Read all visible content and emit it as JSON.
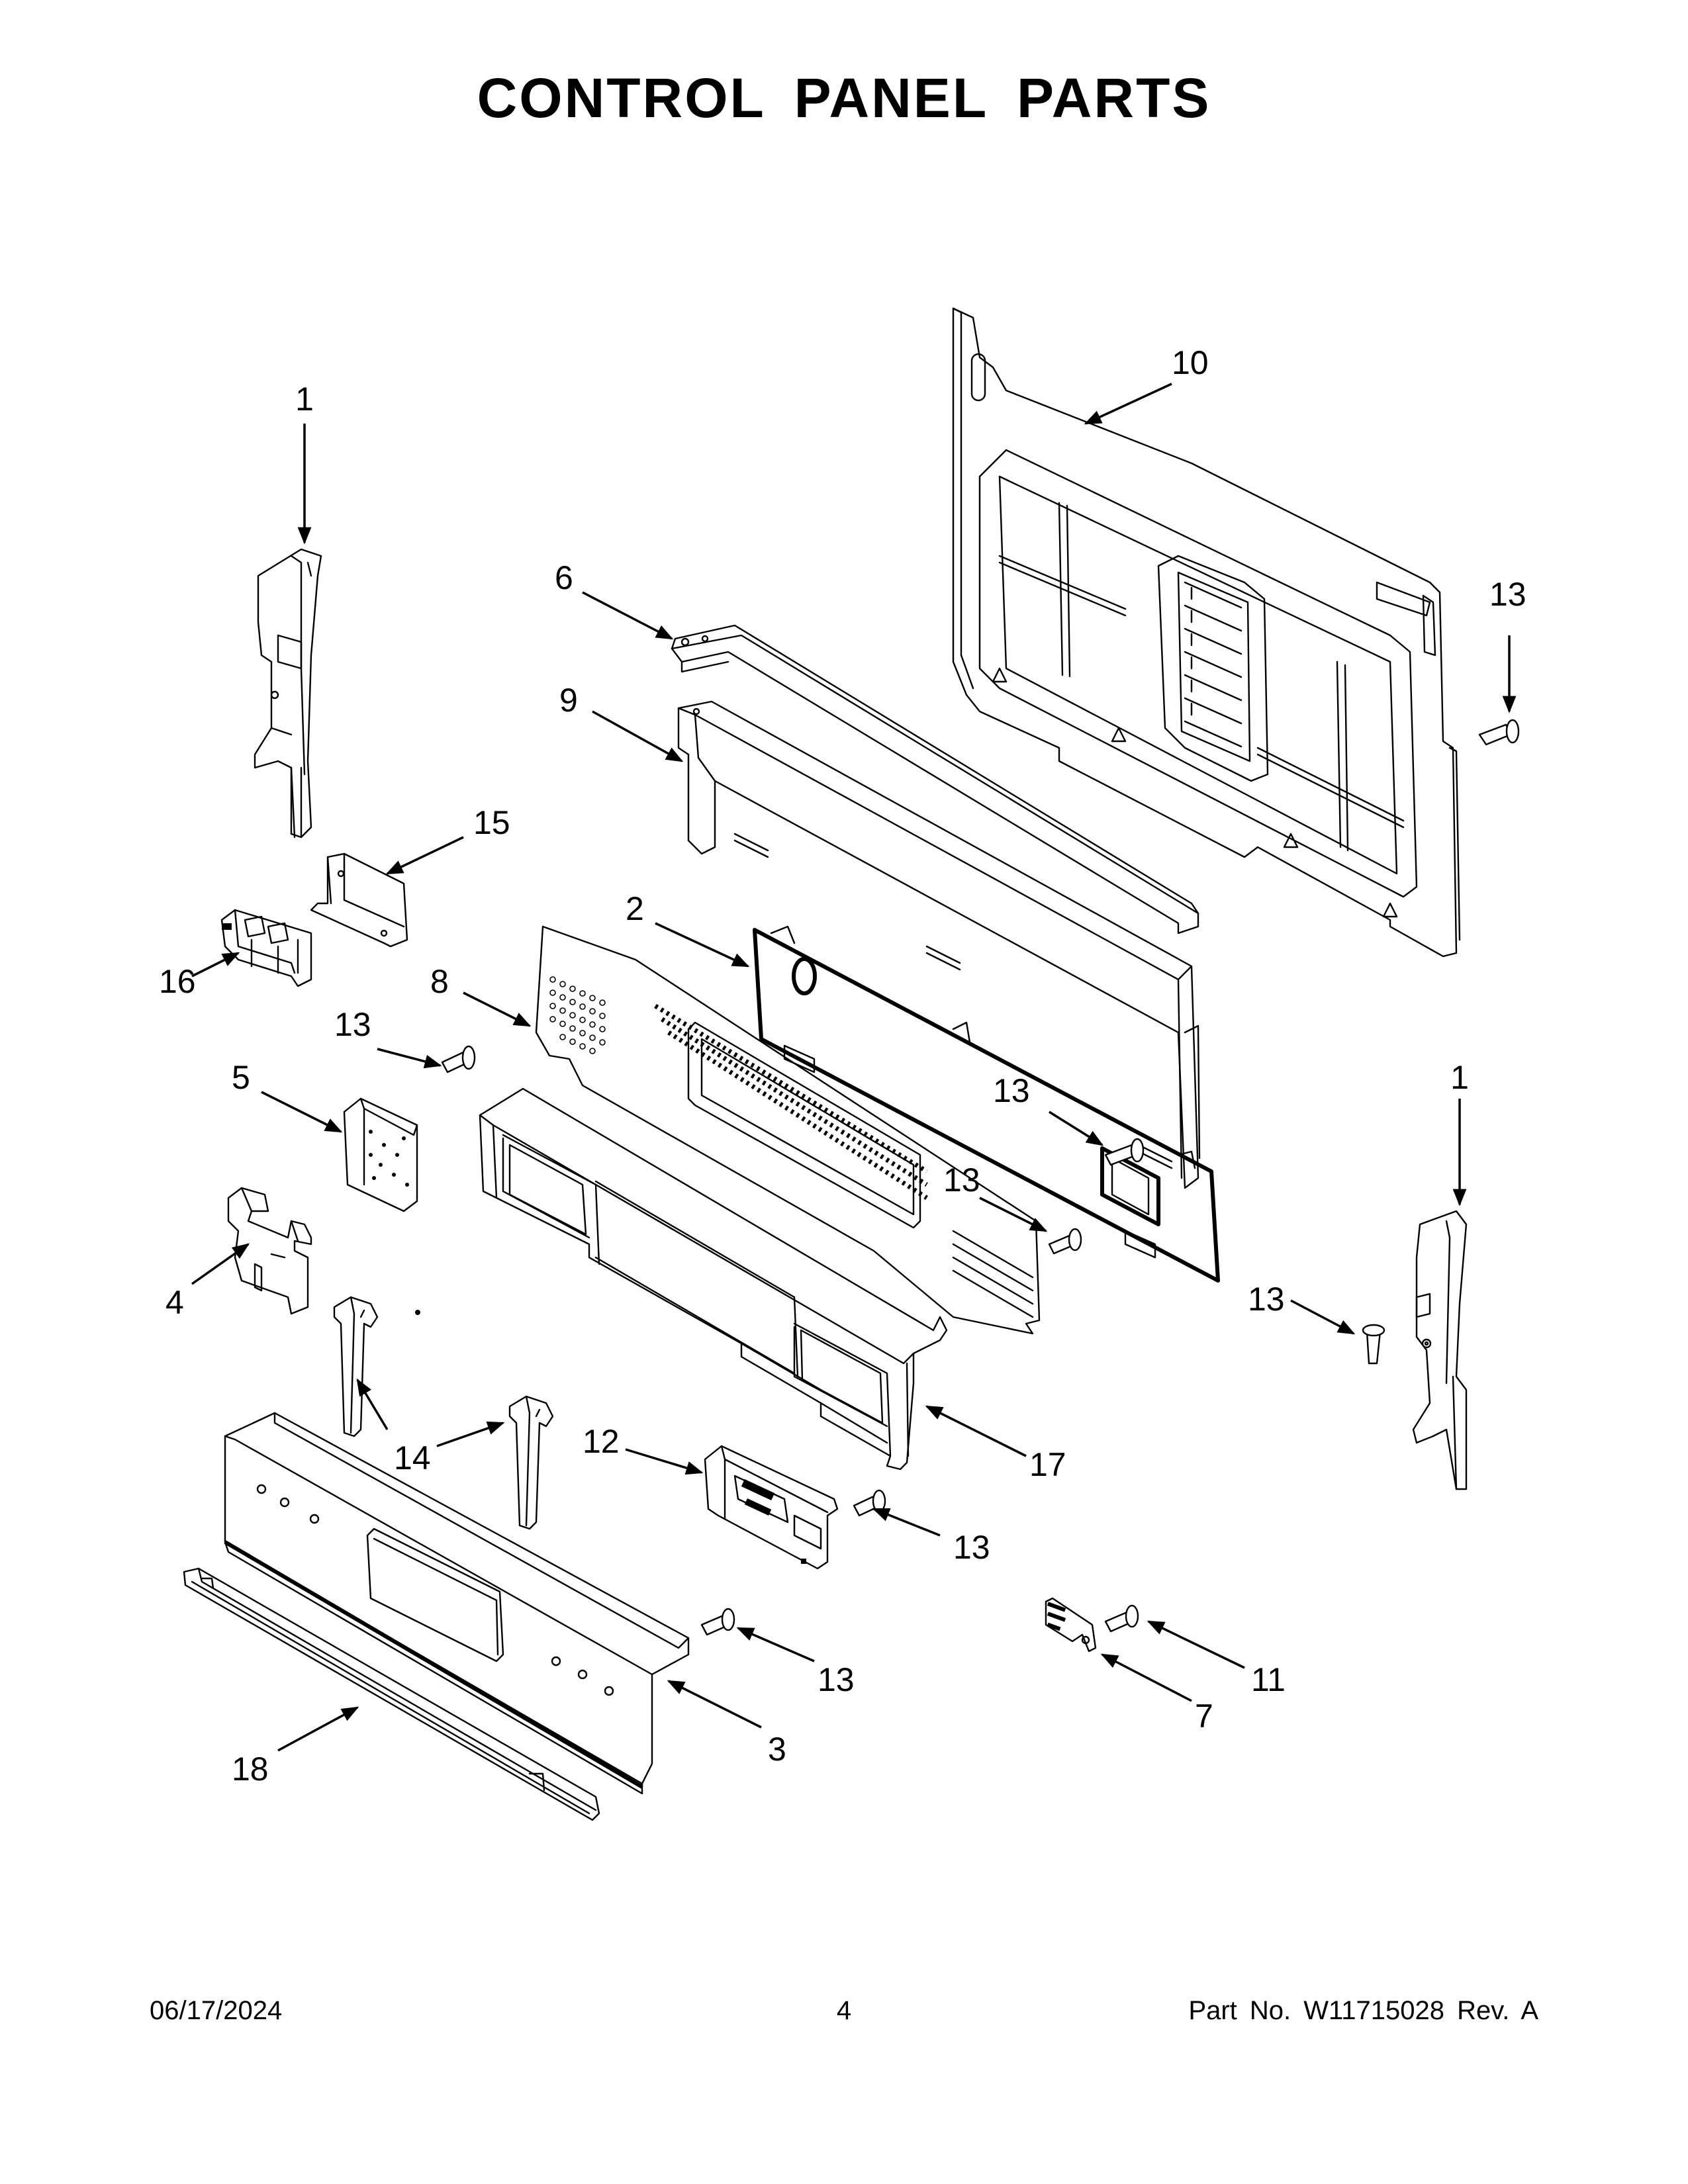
{
  "title": "CONTROL PANEL PARTS",
  "callouts": {
    "c1a": "1",
    "c1b": "1",
    "c2": "2",
    "c3": "3",
    "c4": "4",
    "c5": "5",
    "c6": "6",
    "c7": "7",
    "c8": "8",
    "c9": "9",
    "c10": "10",
    "c11": "11",
    "c12": "12",
    "c13a": "13",
    "c13b": "13",
    "c13c": "13",
    "c13d": "13",
    "c13e": "13",
    "c13f": "13",
    "c13g": "13",
    "c14": "14",
    "c15": "15",
    "c16": "16",
    "c17": "17",
    "c18": "18"
  },
  "footer": {
    "date": "06/17/2024",
    "page": "4",
    "part": "Part No.  W11715028  Rev.  A"
  }
}
